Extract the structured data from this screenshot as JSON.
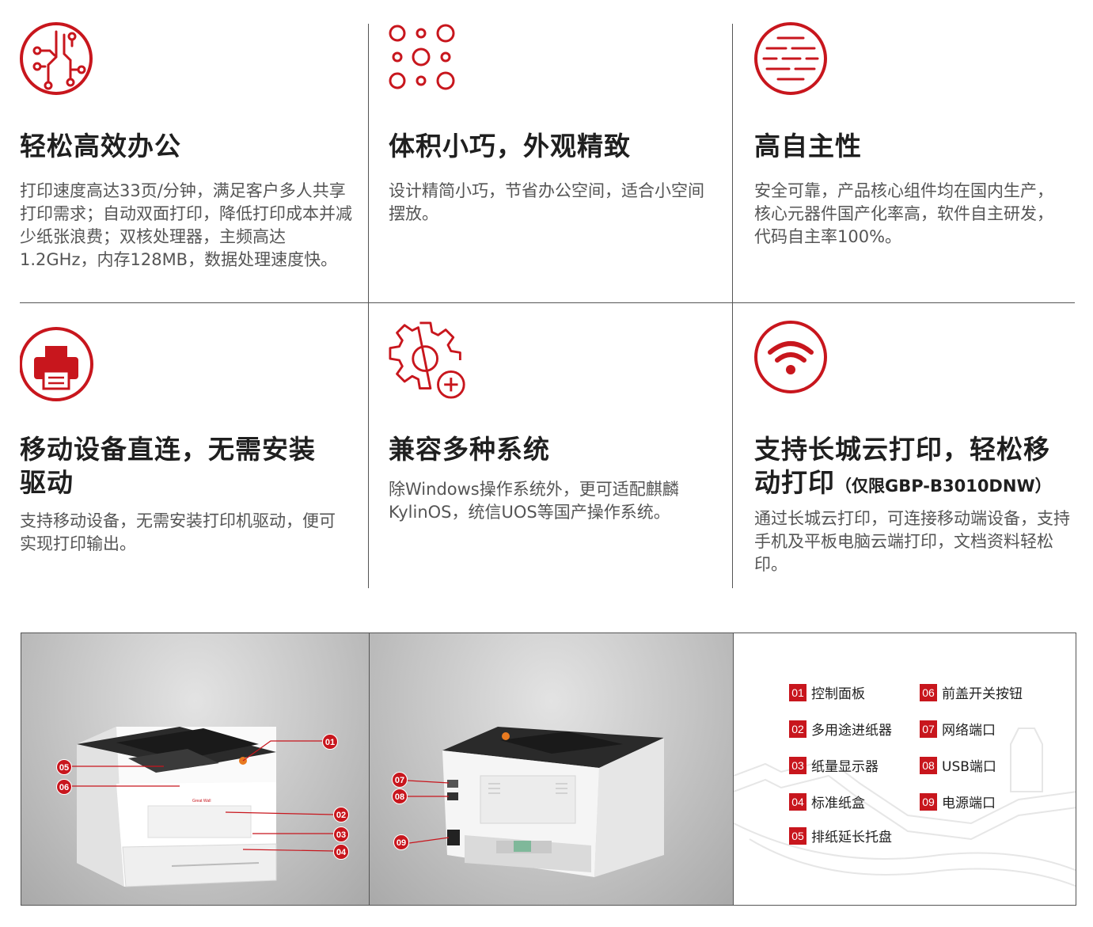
{
  "features": [
    {
      "title": "轻松高效办公",
      "desc": "打印速度高达33页/分钟，满足客户多人共享打印需求；自动双面打印，降低打印成本并减少纸张浪费；双核处理器，主频高达1.2GHz，内存128MB，数据处理速度快。",
      "icon": "circuit-icon"
    },
    {
      "title": "体积小巧，外观精致",
      "desc": "设计精简小巧，节省办公空间，适合小空间摆放。",
      "icon": "dots-grid-icon"
    },
    {
      "title": "高自主性",
      "desc": "安全可靠，产品核心组件均在国内生产，核心元器件国产化率高，软件自主研发，代码自主率100%。",
      "icon": "lines-icon"
    },
    {
      "title": "移动设备直连，无需安装驱动",
      "desc": "支持移动设备，无需安装打印机驱动，便可实现打印输出。",
      "icon": "printer-icon"
    },
    {
      "title": "兼容多种系统",
      "desc": "除Windows操作系统外，更可适配麒麟KylinOS，统信UOS等国产操作系统。",
      "icon": "gear-plus-icon"
    },
    {
      "title": "支持长城云打印，轻松移动打印",
      "title_note": "（仅限GBP-B3010DNW）",
      "desc": "通过长城云打印，可连接移动端设备，支持手机及平板电脑云端打印，文档资料轻松印。",
      "icon": "wifi-icon"
    }
  ],
  "printer_brand": "Great Wall",
  "legend": [
    {
      "num": "01",
      "label": "控制面板"
    },
    {
      "num": "02",
      "label": "多用途进纸器"
    },
    {
      "num": "03",
      "label": "纸量显示器"
    },
    {
      "num": "04",
      "label": "标准纸盒"
    },
    {
      "num": "05",
      "label": "排纸延长托盘"
    },
    {
      "num": "06",
      "label": "前盖开关按钮"
    },
    {
      "num": "07",
      "label": "网络端口"
    },
    {
      "num": "08",
      "label": "USB端口"
    },
    {
      "num": "09",
      "label": "电源端口"
    }
  ],
  "colors": {
    "accent": "#c8161d",
    "text": "#1f1f1f",
    "body": "#555555"
  }
}
